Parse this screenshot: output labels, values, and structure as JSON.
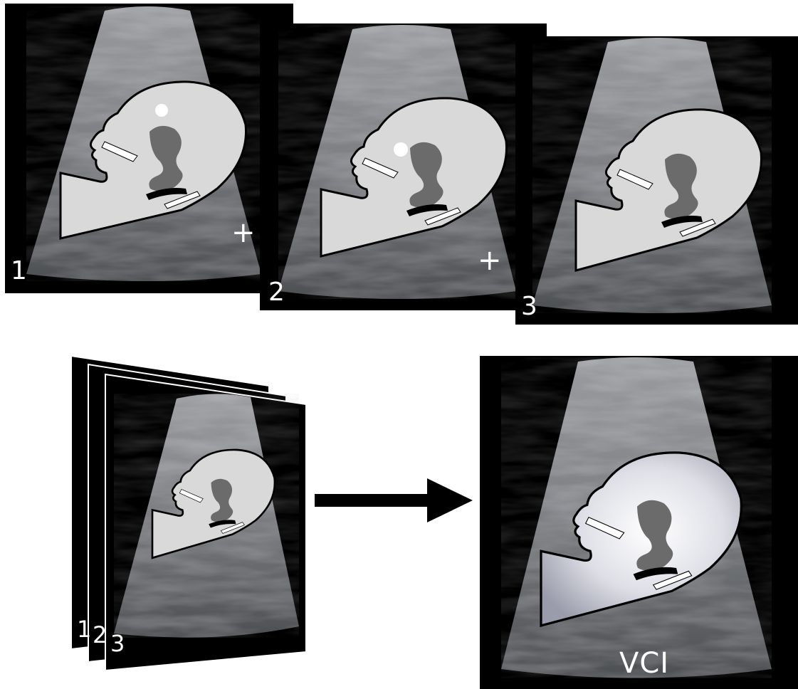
{
  "frames": [
    {
      "label": "1",
      "marker": "+"
    },
    {
      "label": "2",
      "marker": "+"
    },
    {
      "label": "3",
      "marker": ""
    }
  ],
  "stack": {
    "labels": [
      "1",
      "2",
      "3"
    ]
  },
  "composite": {
    "label": "VCI"
  },
  "colors": {
    "background": "#000000",
    "fetus_fill": "#d9d9d9",
    "organ_fill": "#6b6b6b",
    "outline": "#000000",
    "text": "#ffffff",
    "arrow": "#000000"
  }
}
